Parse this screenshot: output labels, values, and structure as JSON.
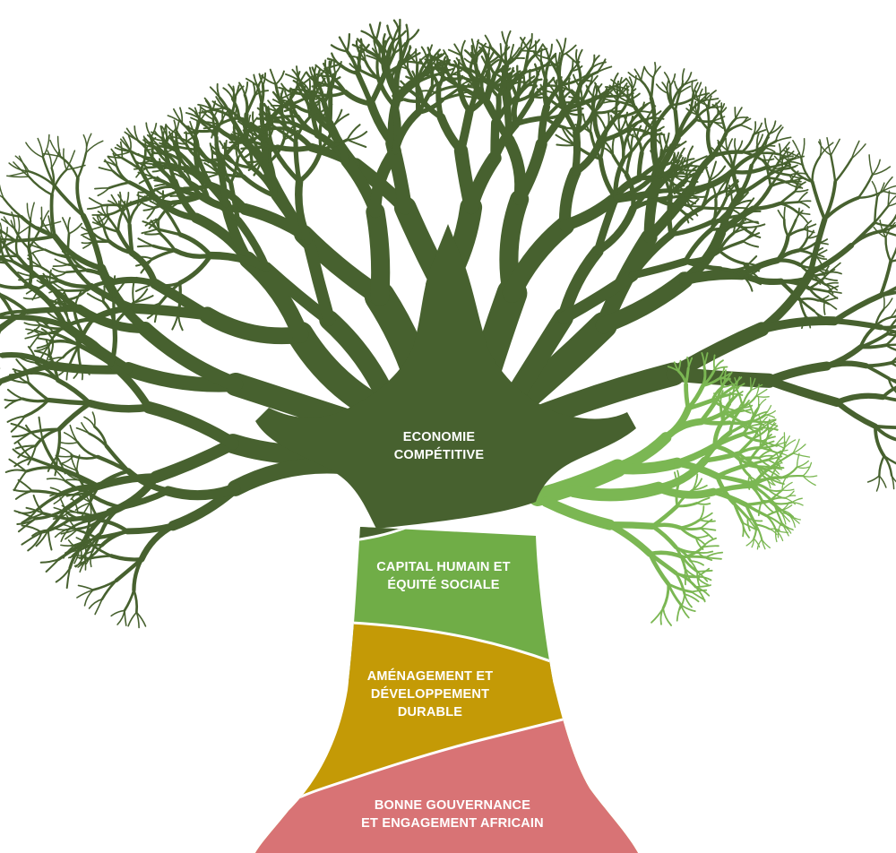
{
  "colors": {
    "canopy": "#47612f",
    "capital": "#70ad47",
    "capital_branch": "#7bb753",
    "amenagement": "#c49a06",
    "gouvernance": "#d87375",
    "divider": "#ffffff"
  },
  "icons": [
    "baobab-tree-icon"
  ],
  "segments": [
    {
      "id": "economie",
      "lines": [
        "ECONOMIE",
        "COMPÉTITIVE"
      ]
    },
    {
      "id": "capital",
      "lines": [
        "CAPITAL HUMAIN ET",
        "ÉQUITÉ SOCIALE"
      ]
    },
    {
      "id": "amenagement",
      "lines": [
        "AMÉNAGEMENT ET",
        "DÉVELOPPEMENT",
        "DURABLE"
      ]
    },
    {
      "id": "gouvernance",
      "lines": [
        "BONNE GOUVERNANCE",
        "ET ENGAGEMENT AFRICAIN"
      ]
    }
  ]
}
